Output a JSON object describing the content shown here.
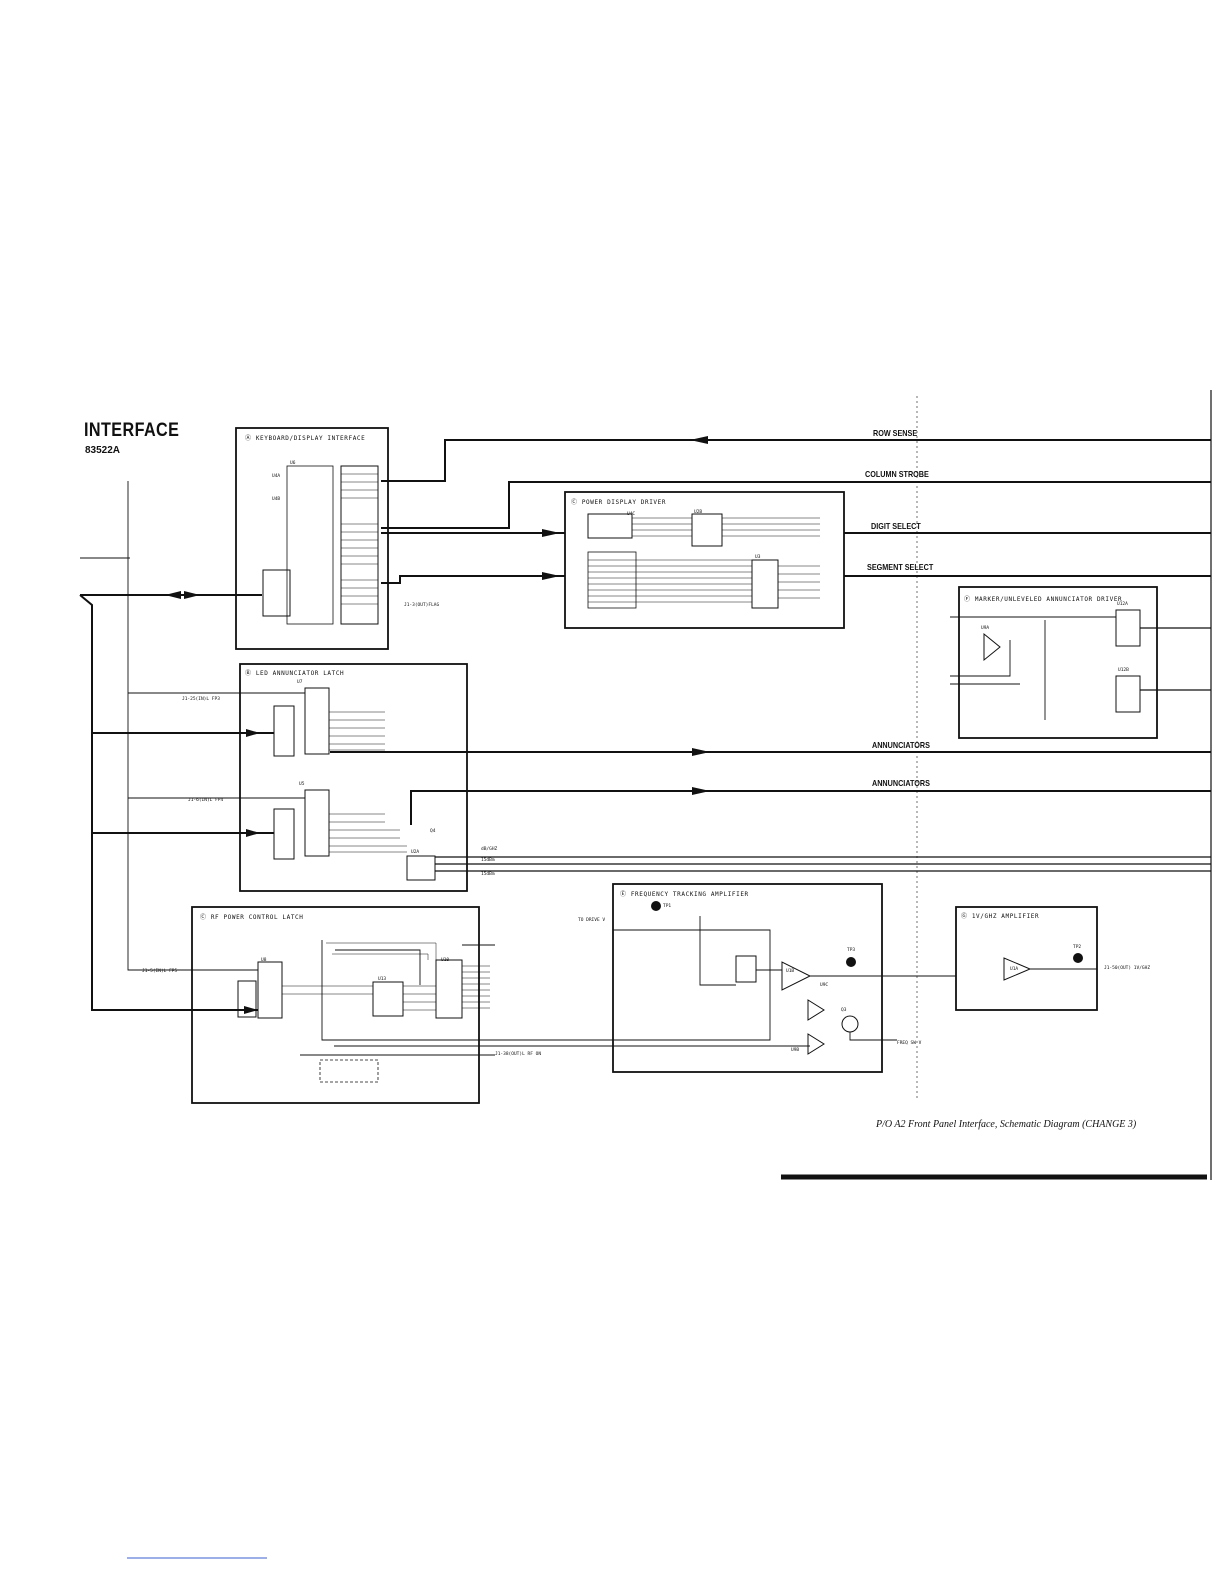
{
  "header": {
    "title": "INTERFACE",
    "model": "83522A"
  },
  "signals": {
    "row_sense": "ROW SENSE",
    "column_strobe": "COLUMN STROBE",
    "digit_select": "DIGIT SELECT",
    "segment_select": "SEGMENT SELECT",
    "annunciators_1": "ANNUNCIATORS",
    "annunciators_2": "ANNUNCIATORS"
  },
  "blocks": {
    "a": "KEYBOARD/DISPLAY INTERFACE",
    "b": "LED ANNUNCIATOR LATCH",
    "c_power": "POWER DISPLAY DRIVER",
    "c_rf": "RF POWER CONTROL LATCH",
    "e": "FREQUENCY TRACKING AMPLIFIER",
    "f": "MARKER/UNLEVELED ANNUNCIATOR DRIVER",
    "g": "1V/GHZ AMPLIFIER"
  },
  "parts": {
    "u6": "U6",
    "u4a": "U4A",
    "u4b": "U4B",
    "u7": "U7",
    "u5": "U5",
    "u4c": "U4C",
    "u2b": "U2B",
    "u3": "U3",
    "u12a": "U12A",
    "u12b": "U12B",
    "u9a": "U9A",
    "u2a": "U2A",
    "q4": "Q4",
    "u8": "U8",
    "u10": "U10",
    "u13": "U13",
    "u1b": "U1B",
    "u9c": "U9C",
    "u9b": "U9B",
    "q3": "Q3",
    "u1a": "U1A",
    "tp1": "TP1",
    "tp2": "TP2",
    "tp3": "TP3"
  },
  "labels": {
    "db_ghz": "dB/GHZ",
    "p15dbm": "15dBm",
    "m15dbm": "15dBm",
    "j1_out_flag": "J1-3(OUT)FLAG",
    "j1_25_fp3": "J1-25(IN)L FP3",
    "j1_6_fp4": "J1-6(IN)L FP4",
    "j1_5_fp5": "J1-5(IN)L FP5",
    "j1_1v_ghz": "J1-50(OUT) 1V/GHZ",
    "j1_38_rf_on": "J1-38(OUT)L RF ON",
    "freq_sw_v": "FREQ SW V",
    "to_drive_v": "TO DRIVE V"
  },
  "footer": {
    "caption": "P/O A2 Front Panel Interface, Schematic Diagram (CHANGE 3)"
  },
  "colors": {
    "ink": "#111111",
    "link_line": "#3a5fcd"
  }
}
